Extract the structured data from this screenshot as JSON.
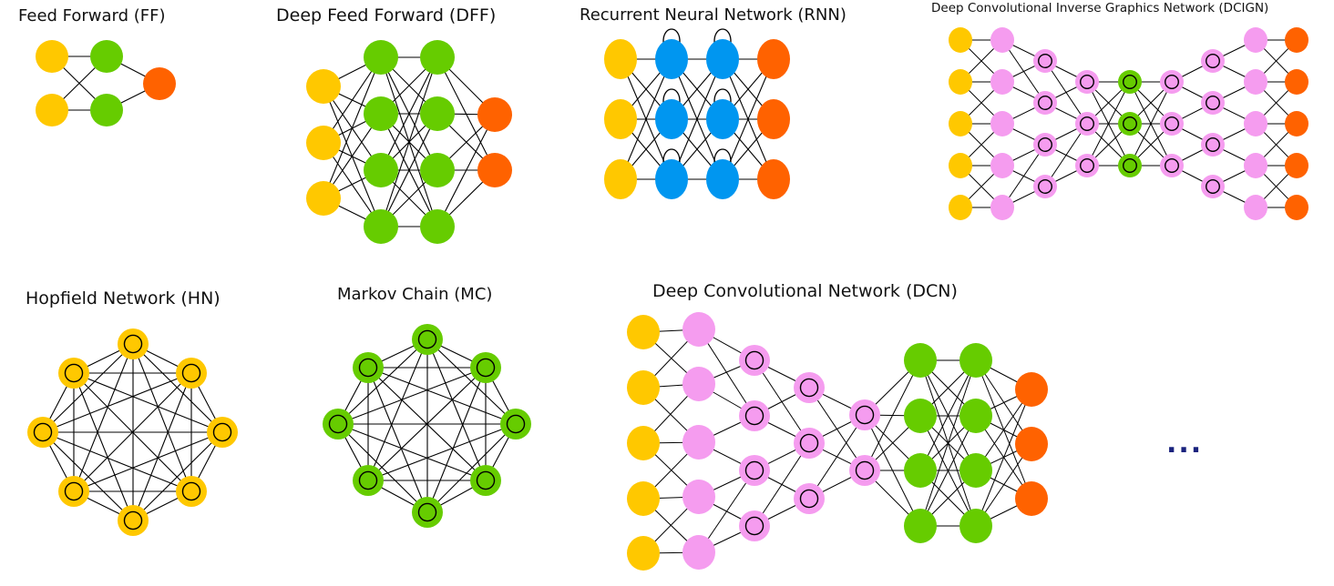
{
  "colors": {
    "input": "#FFC800",
    "hidden": "#66CC00",
    "output": "#FF6200",
    "recurrent": "#0096F0",
    "kernel": "#F59CEF",
    "edge": "#000000",
    "ellipsis": "#1a237e"
  },
  "networks": {
    "ff": {
      "title": "Feed Forward (FF)",
      "layers": [
        {
          "type": "input",
          "count": 2
        },
        {
          "type": "hidden",
          "count": 2
        },
        {
          "type": "output",
          "count": 1
        }
      ]
    },
    "dff": {
      "title": "Deep Feed Forward (DFF)",
      "layers": [
        {
          "type": "input",
          "count": 3
        },
        {
          "type": "hidden",
          "count": 4
        },
        {
          "type": "hidden",
          "count": 4
        },
        {
          "type": "output",
          "count": 2
        }
      ]
    },
    "rnn": {
      "title": "Recurrent Neural Network (RNN)",
      "layers": [
        {
          "type": "input",
          "count": 3
        },
        {
          "type": "recurrent",
          "count": 3
        },
        {
          "type": "recurrent",
          "count": 3
        },
        {
          "type": "output",
          "count": 3
        }
      ]
    },
    "dcign": {
      "title": "Deep Convolutional Inverse Graphics Network (DCIGN)",
      "layers": [
        {
          "type": "input",
          "count": 5
        },
        {
          "type": "kernel",
          "count": 5
        },
        {
          "type": "conv",
          "count": 4
        },
        {
          "type": "conv",
          "count": 3
        },
        {
          "type": "probabilistic",
          "count": 3
        },
        {
          "type": "conv",
          "count": 3
        },
        {
          "type": "conv",
          "count": 4
        },
        {
          "type": "kernel",
          "count": 5
        },
        {
          "type": "output",
          "count": 5
        }
      ]
    },
    "hn": {
      "title": "Hopfield Network (HN)",
      "nodes": 8,
      "node_type": "hopfield"
    },
    "mc": {
      "title": "Markov Chain (MC)",
      "nodes": 8,
      "node_type": "markov"
    },
    "dcn": {
      "title": "Deep Convolutional Network (DCN)",
      "layers": [
        {
          "type": "input",
          "count": 5
        },
        {
          "type": "kernel",
          "count": 5
        },
        {
          "type": "conv",
          "count": 4
        },
        {
          "type": "conv",
          "count": 3
        },
        {
          "type": "conv",
          "count": 2
        },
        {
          "type": "hidden",
          "count": 4
        },
        {
          "type": "hidden",
          "count": 4
        },
        {
          "type": "output",
          "count": 3
        }
      ]
    }
  },
  "ellipsis": "..."
}
